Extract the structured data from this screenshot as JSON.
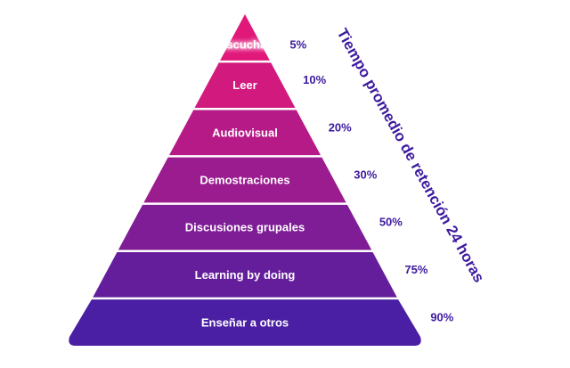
{
  "title": "Tiempo promedio de retención 24 horas",
  "tiers": [
    {
      "label": "Escuchar",
      "percent": "5%",
      "color": "#e0187a"
    },
    {
      "label": "Leer",
      "percent": "10%",
      "color": "#d2197e"
    },
    {
      "label": "Audiovisual",
      "percent": "20%",
      "color": "#b61a86"
    },
    {
      "label": "Demostraciones",
      "percent": "30%",
      "color": "#9a1c8e"
    },
    {
      "label": "Discusiones grupales",
      "percent": "50%",
      "color": "#7e1d96"
    },
    {
      "label": "Learning by doing",
      "percent": "75%",
      "color": "#641e9c"
    },
    {
      "label": "Enseñar a otros",
      "percent": "90%",
      "color": "#4a1fa3"
    }
  ]
}
